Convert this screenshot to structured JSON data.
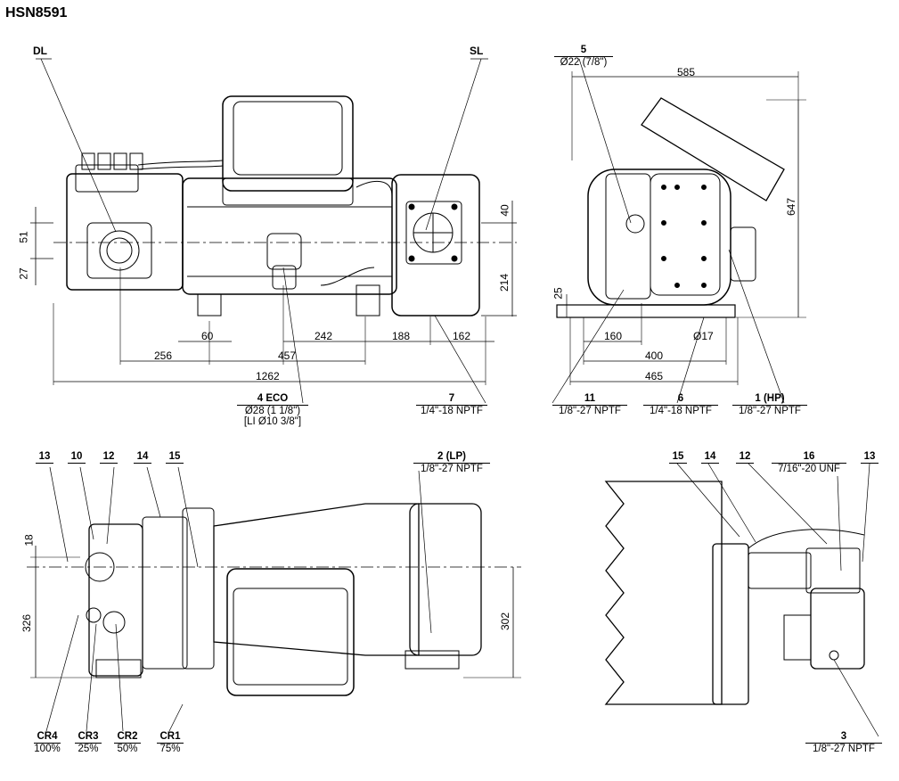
{
  "title": "HSN8591",
  "view_top_left": {
    "DL": "DL",
    "SL": "SL",
    "dims": {
      "d51": "51",
      "d27": "27",
      "d40": "40",
      "d214": "214",
      "d60": "60",
      "d242": "242",
      "d188": "188",
      "d162": "162",
      "d256": "256",
      "d457": "457",
      "d1262": "1262"
    },
    "eco": {
      "title": "4 ECO",
      "line1": "Ø28 (1 1/8\")",
      "line2": "[LI Ø10 3/8\"]"
    },
    "conn7": {
      "title": "7",
      "spec": "1/4\"-18 NPTF"
    }
  },
  "view_top_right": {
    "conn5": {
      "title": "5",
      "spec": "Ø22 (7/8\")"
    },
    "dims": {
      "d585": "585",
      "d647": "647",
      "d25": "25",
      "d160": "160",
      "d17": "Ø17",
      "d400": "400",
      "d465": "465"
    },
    "conn11": {
      "title": "11",
      "spec": "1/8\"-27 NPTF"
    },
    "conn6": {
      "title": "6",
      "spec": "1/4\"-18 NPTF"
    },
    "conn1": {
      "title": "1 (HP)",
      "spec": "1/8\"-27 NPTF"
    }
  },
  "view_bottom_left": {
    "callouts": [
      "13",
      "10",
      "12",
      "14",
      "15"
    ],
    "conn2": {
      "title": "2 (LP)",
      "spec": "1/8\"-27 NPTF"
    },
    "dims": {
      "d18": "18",
      "d326": "326",
      "d302": "302"
    },
    "cr": [
      {
        "name": "CR4",
        "pct": "100%"
      },
      {
        "name": "CR3",
        "pct": "25%"
      },
      {
        "name": "CR2",
        "pct": "50%"
      },
      {
        "name": "CR1",
        "pct": "75%"
      }
    ]
  },
  "view_bottom_right": {
    "callouts": [
      "15",
      "14",
      "12"
    ],
    "conn16": {
      "title": "16",
      "spec": "7/16\"-20 UNF"
    },
    "c13": "13",
    "conn3": {
      "title": "3",
      "spec": "1/8\"-27 NPTF"
    }
  }
}
